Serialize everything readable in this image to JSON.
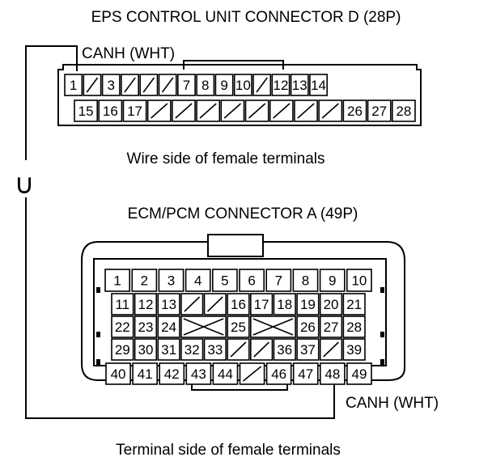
{
  "eps": {
    "title": "EPS CONTROL UNIT CONNECTOR D (28P)",
    "wire_label": "CANH (WHT)",
    "caption": "Wire side of female terminals",
    "row1": [
      "1",
      "",
      "3",
      "",
      "",
      "",
      "7",
      "8",
      "9",
      "10",
      "",
      "12",
      "13",
      "14"
    ],
    "row2": [
      "15",
      "16",
      "17",
      "",
      "",
      "",
      "",
      "",
      "",
      "",
      "",
      "26",
      "27",
      "28"
    ],
    "highlight_pin": "1"
  },
  "ecm": {
    "title": "ECM/PCM CONNECTOR A (49P)",
    "wire_label": "CANH (WHT)",
    "caption": "Terminal side of female terminals",
    "row1": [
      "1",
      "2",
      "3",
      "4",
      "5",
      "6",
      "7",
      "8",
      "9",
      "10"
    ],
    "row2": [
      "11",
      "12",
      "13",
      "",
      "",
      "16",
      "17",
      "18",
      "19",
      "20",
      "21"
    ],
    "row3": [
      "22",
      "23",
      "24",
      "",
      "",
      "25",
      "",
      "",
      "26",
      "27",
      "28"
    ],
    "row4": [
      "29",
      "30",
      "31",
      "32",
      "33",
      "",
      "",
      "36",
      "37",
      "",
      "39"
    ],
    "row5": [
      "40",
      "41",
      "42",
      "43",
      "44",
      "",
      "46",
      "47",
      "48",
      "49"
    ],
    "highlight_pin": "48"
  },
  "continuity_symbol": "∪"
}
